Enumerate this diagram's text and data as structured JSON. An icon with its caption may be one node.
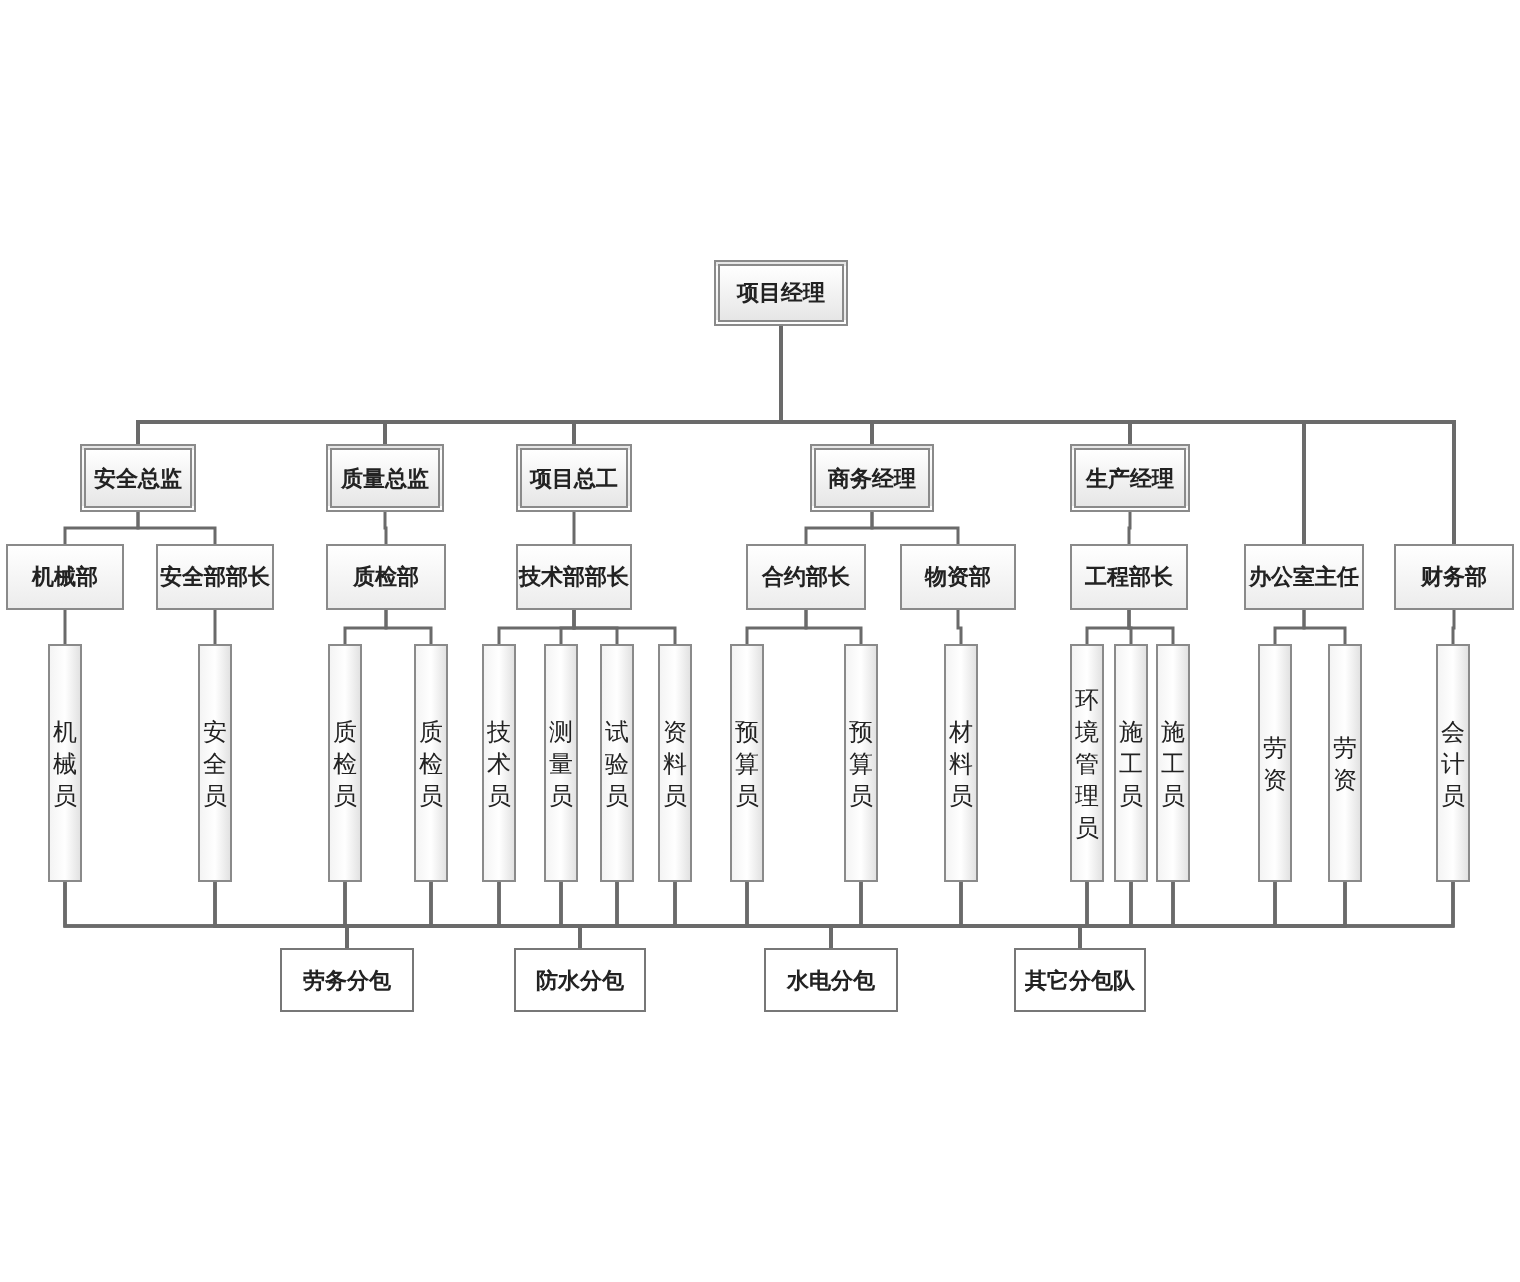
{
  "diagram": {
    "nodes": [
      {
        "text": [
          "项目经理"
        ]
      },
      {
        "text": [
          "安全总监"
        ]
      },
      {
        "text": [
          "质量总监"
        ]
      },
      {
        "text": [
          "项目总工"
        ]
      },
      {
        "text": [
          "商务经理"
        ]
      },
      {
        "text": [
          "生产经理"
        ]
      },
      {
        "text": [
          "机械部"
        ]
      },
      {
        "text": [
          "安全部部长"
        ]
      },
      {
        "text": [
          "质检部"
        ]
      },
      {
        "text": [
          "技术部部长"
        ]
      },
      {
        "text": [
          "合约部长"
        ]
      },
      {
        "text": [
          "物资部"
        ]
      },
      {
        "text": [
          "工程部长"
        ]
      },
      {
        "text": [
          "办公室主任"
        ]
      },
      {
        "text": [
          "财务部"
        ]
      },
      {
        "text": [
          "机械员"
        ]
      },
      {
        "text": [
          "安全员"
        ]
      },
      {
        "text": [
          "质检员"
        ]
      },
      {
        "text": [
          "质检员"
        ]
      },
      {
        "text": [
          "技术员"
        ]
      },
      {
        "text": [
          "测量员"
        ]
      },
      {
        "text": [
          "试验员"
        ]
      },
      {
        "text": [
          "资料员"
        ]
      },
      {
        "text": [
          "预算员"
        ]
      },
      {
        "text": [
          "预算员"
        ]
      },
      {
        "text": [
          "材料员"
        ]
      },
      {
        "text": [
          "环境管理员"
        ]
      },
      {
        "text": [
          "施工员"
        ]
      },
      {
        "text": [
          "施工员"
        ]
      },
      {
        "text": [
          "劳资"
        ]
      },
      {
        "text": [
          "劳资"
        ]
      },
      {
        "text": [
          "会计员"
        ]
      },
      {
        "text": [
          "劳务分包"
        ]
      },
      {
        "text": [
          "防水分包"
        ]
      },
      {
        "text": [
          "水电分包"
        ]
      },
      {
        "text": [
          "其它分包队"
        ]
      }
    ],
    "edges": [
      {
        "from": 0,
        "to": 1,
        "arrow": "none"
      },
      {
        "from": 0,
        "to": 2,
        "arrow": "none"
      },
      {
        "from": 0,
        "to": 3,
        "arrow": "none"
      },
      {
        "from": 0,
        "to": 4,
        "arrow": "none"
      },
      {
        "from": 0,
        "to": 5,
        "arrow": "none"
      },
      {
        "from": 0,
        "to": 13,
        "arrow": "none"
      },
      {
        "from": 0,
        "to": 14,
        "arrow": "none"
      },
      {
        "from": 1,
        "to": 6,
        "arrow": "none"
      },
      {
        "from": 1,
        "to": 7,
        "arrow": "none"
      },
      {
        "from": 2,
        "to": 8,
        "arrow": "none"
      },
      {
        "from": 3,
        "to": 9,
        "arrow": "none"
      },
      {
        "from": 4,
        "to": 10,
        "arrow": "none"
      },
      {
        "from": 4,
        "to": 11,
        "arrow": "none"
      },
      {
        "from": 5,
        "to": 12,
        "arrow": "none"
      },
      {
        "from": 6,
        "to": 15,
        "arrow": "none"
      },
      {
        "from": 7,
        "to": 16,
        "arrow": "none"
      },
      {
        "from": 8,
        "to": 17,
        "arrow": "none"
      },
      {
        "from": 8,
        "to": 18,
        "arrow": "none"
      },
      {
        "from": 9,
        "to": 19,
        "arrow": "none"
      },
      {
        "from": 9,
        "to": 20,
        "arrow": "none"
      },
      {
        "from": 9,
        "to": 21,
        "arrow": "none"
      },
      {
        "from": 9,
        "to": 22,
        "arrow": "none"
      },
      {
        "from": 10,
        "to": 23,
        "arrow": "none"
      },
      {
        "from": 10,
        "to": 24,
        "arrow": "none"
      },
      {
        "from": 11,
        "to": 25,
        "arrow": "none"
      },
      {
        "from": 12,
        "to": 26,
        "arrow": "none"
      },
      {
        "from": 12,
        "to": 27,
        "arrow": "none"
      },
      {
        "from": 12,
        "to": 28,
        "arrow": "none"
      },
      {
        "from": 13,
        "to": 29,
        "arrow": "none"
      },
      {
        "from": 13,
        "to": 30,
        "arrow": "none"
      },
      {
        "from": 14,
        "to": 31,
        "arrow": "none"
      },
      {
        "from": 15,
        "to": 32,
        "arrow": "none"
      },
      {
        "from": 15,
        "to": 33,
        "arrow": "none"
      },
      {
        "from": 15,
        "to": 34,
        "arrow": "none"
      },
      {
        "from": 15,
        "to": 35,
        "arrow": "none"
      },
      {
        "from": 16,
        "to": 32,
        "arrow": "none"
      },
      {
        "from": 16,
        "to": 33,
        "arrow": "none"
      },
      {
        "from": 16,
        "to": 34,
        "arrow": "none"
      },
      {
        "from": 16,
        "to": 35,
        "arrow": "none"
      },
      {
        "from": 17,
        "to": 32,
        "arrow": "none"
      },
      {
        "from": 17,
        "to": 33,
        "arrow": "none"
      },
      {
        "from": 17,
        "to": 34,
        "arrow": "none"
      },
      {
        "from": 17,
        "to": 35,
        "arrow": "none"
      },
      {
        "from": 18,
        "to": 32,
        "arrow": "none"
      },
      {
        "from": 18,
        "to": 33,
        "arrow": "none"
      },
      {
        "from": 18,
        "to": 34,
        "arrow": "none"
      },
      {
        "from": 18,
        "to": 35,
        "arrow": "none"
      },
      {
        "from": 19,
        "to": 32,
        "arrow": "none"
      },
      {
        "from": 19,
        "to": 33,
        "arrow": "none"
      },
      {
        "from": 19,
        "to": 34,
        "arrow": "none"
      },
      {
        "from": 19,
        "to": 35,
        "arrow": "none"
      },
      {
        "from": 20,
        "to": 32,
        "arrow": "none"
      },
      {
        "from": 20,
        "to": 33,
        "arrow": "none"
      },
      {
        "from": 20,
        "to": 34,
        "arrow": "none"
      },
      {
        "from": 20,
        "to": 35,
        "arrow": "none"
      },
      {
        "from": 21,
        "to": 32,
        "arrow": "none"
      },
      {
        "from": 21,
        "to": 33,
        "arrow": "none"
      },
      {
        "from": 21,
        "to": 34,
        "arrow": "none"
      },
      {
        "from": 21,
        "to": 35,
        "arrow": "none"
      },
      {
        "from": 22,
        "to": 32,
        "arrow": "none"
      },
      {
        "from": 22,
        "to": 33,
        "arrow": "none"
      },
      {
        "from": 22,
        "to": 34,
        "arrow": "none"
      },
      {
        "from": 22,
        "to": 35,
        "arrow": "none"
      },
      {
        "from": 23,
        "to": 32,
        "arrow": "none"
      },
      {
        "from": 23,
        "to": 33,
        "arrow": "none"
      },
      {
        "from": 23,
        "to": 34,
        "arrow": "none"
      },
      {
        "from": 23,
        "to": 35,
        "arrow": "none"
      },
      {
        "from": 24,
        "to": 32,
        "arrow": "none"
      },
      {
        "from": 24,
        "to": 33,
        "arrow": "none"
      },
      {
        "from": 24,
        "to": 34,
        "arrow": "none"
      },
      {
        "from": 24,
        "to": 35,
        "arrow": "none"
      },
      {
        "from": 25,
        "to": 32,
        "arrow": "none"
      },
      {
        "from": 25,
        "to": 33,
        "arrow": "none"
      },
      {
        "from": 25,
        "to": 34,
        "arrow": "none"
      },
      {
        "from": 25,
        "to": 35,
        "arrow": "none"
      },
      {
        "from": 26,
        "to": 32,
        "arrow": "none"
      },
      {
        "from": 26,
        "to": 33,
        "arrow": "none"
      },
      {
        "from": 26,
        "to": 34,
        "arrow": "none"
      },
      {
        "from": 26,
        "to": 35,
        "arrow": "none"
      },
      {
        "from": 27,
        "to": 32,
        "arrow": "none"
      },
      {
        "from": 27,
        "to": 33,
        "arrow": "none"
      },
      {
        "from": 27,
        "to": 34,
        "arrow": "none"
      },
      {
        "from": 27,
        "to": 35,
        "arrow": "none"
      },
      {
        "from": 28,
        "to": 32,
        "arrow": "none"
      },
      {
        "from": 28,
        "to": 33,
        "arrow": "none"
      },
      {
        "from": 28,
        "to": 34,
        "arrow": "none"
      },
      {
        "from": 28,
        "to": 35,
        "arrow": "none"
      },
      {
        "from": 29,
        "to": 32,
        "arrow": "none"
      },
      {
        "from": 29,
        "to": 33,
        "arrow": "none"
      },
      {
        "from": 29,
        "to": 34,
        "arrow": "none"
      },
      {
        "from": 29,
        "to": 35,
        "arrow": "none"
      },
      {
        "from": 30,
        "to": 32,
        "arrow": "none"
      },
      {
        "from": 30,
        "to": 33,
        "arrow": "none"
      },
      {
        "from": 30,
        "to": 34,
        "arrow": "none"
      },
      {
        "from": 30,
        "to": 35,
        "arrow": "none"
      },
      {
        "from": 31,
        "to": 32,
        "arrow": "none"
      },
      {
        "from": 31,
        "to": 33,
        "arrow": "none"
      },
      {
        "from": 31,
        "to": 34,
        "arrow": "none"
      },
      {
        "from": 31,
        "to": 35,
        "arrow": "none"
      }
    ]
  }
}
